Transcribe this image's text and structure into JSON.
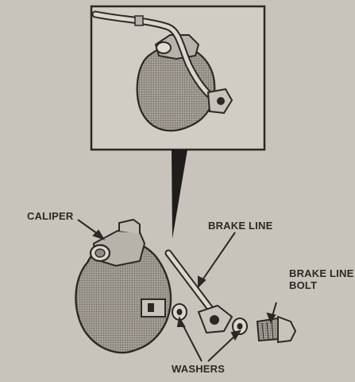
{
  "labels": {
    "caliper": "CALIPER",
    "brake_line": "BRAKE LINE",
    "brake_line_bolt": [
      "BRAKE LINE",
      "BOLT"
    ],
    "washers": "WASHERS"
  },
  "colors": {
    "paper": "#c9c4bb",
    "ink": "#2b2926",
    "shade": "#8f8a83"
  }
}
